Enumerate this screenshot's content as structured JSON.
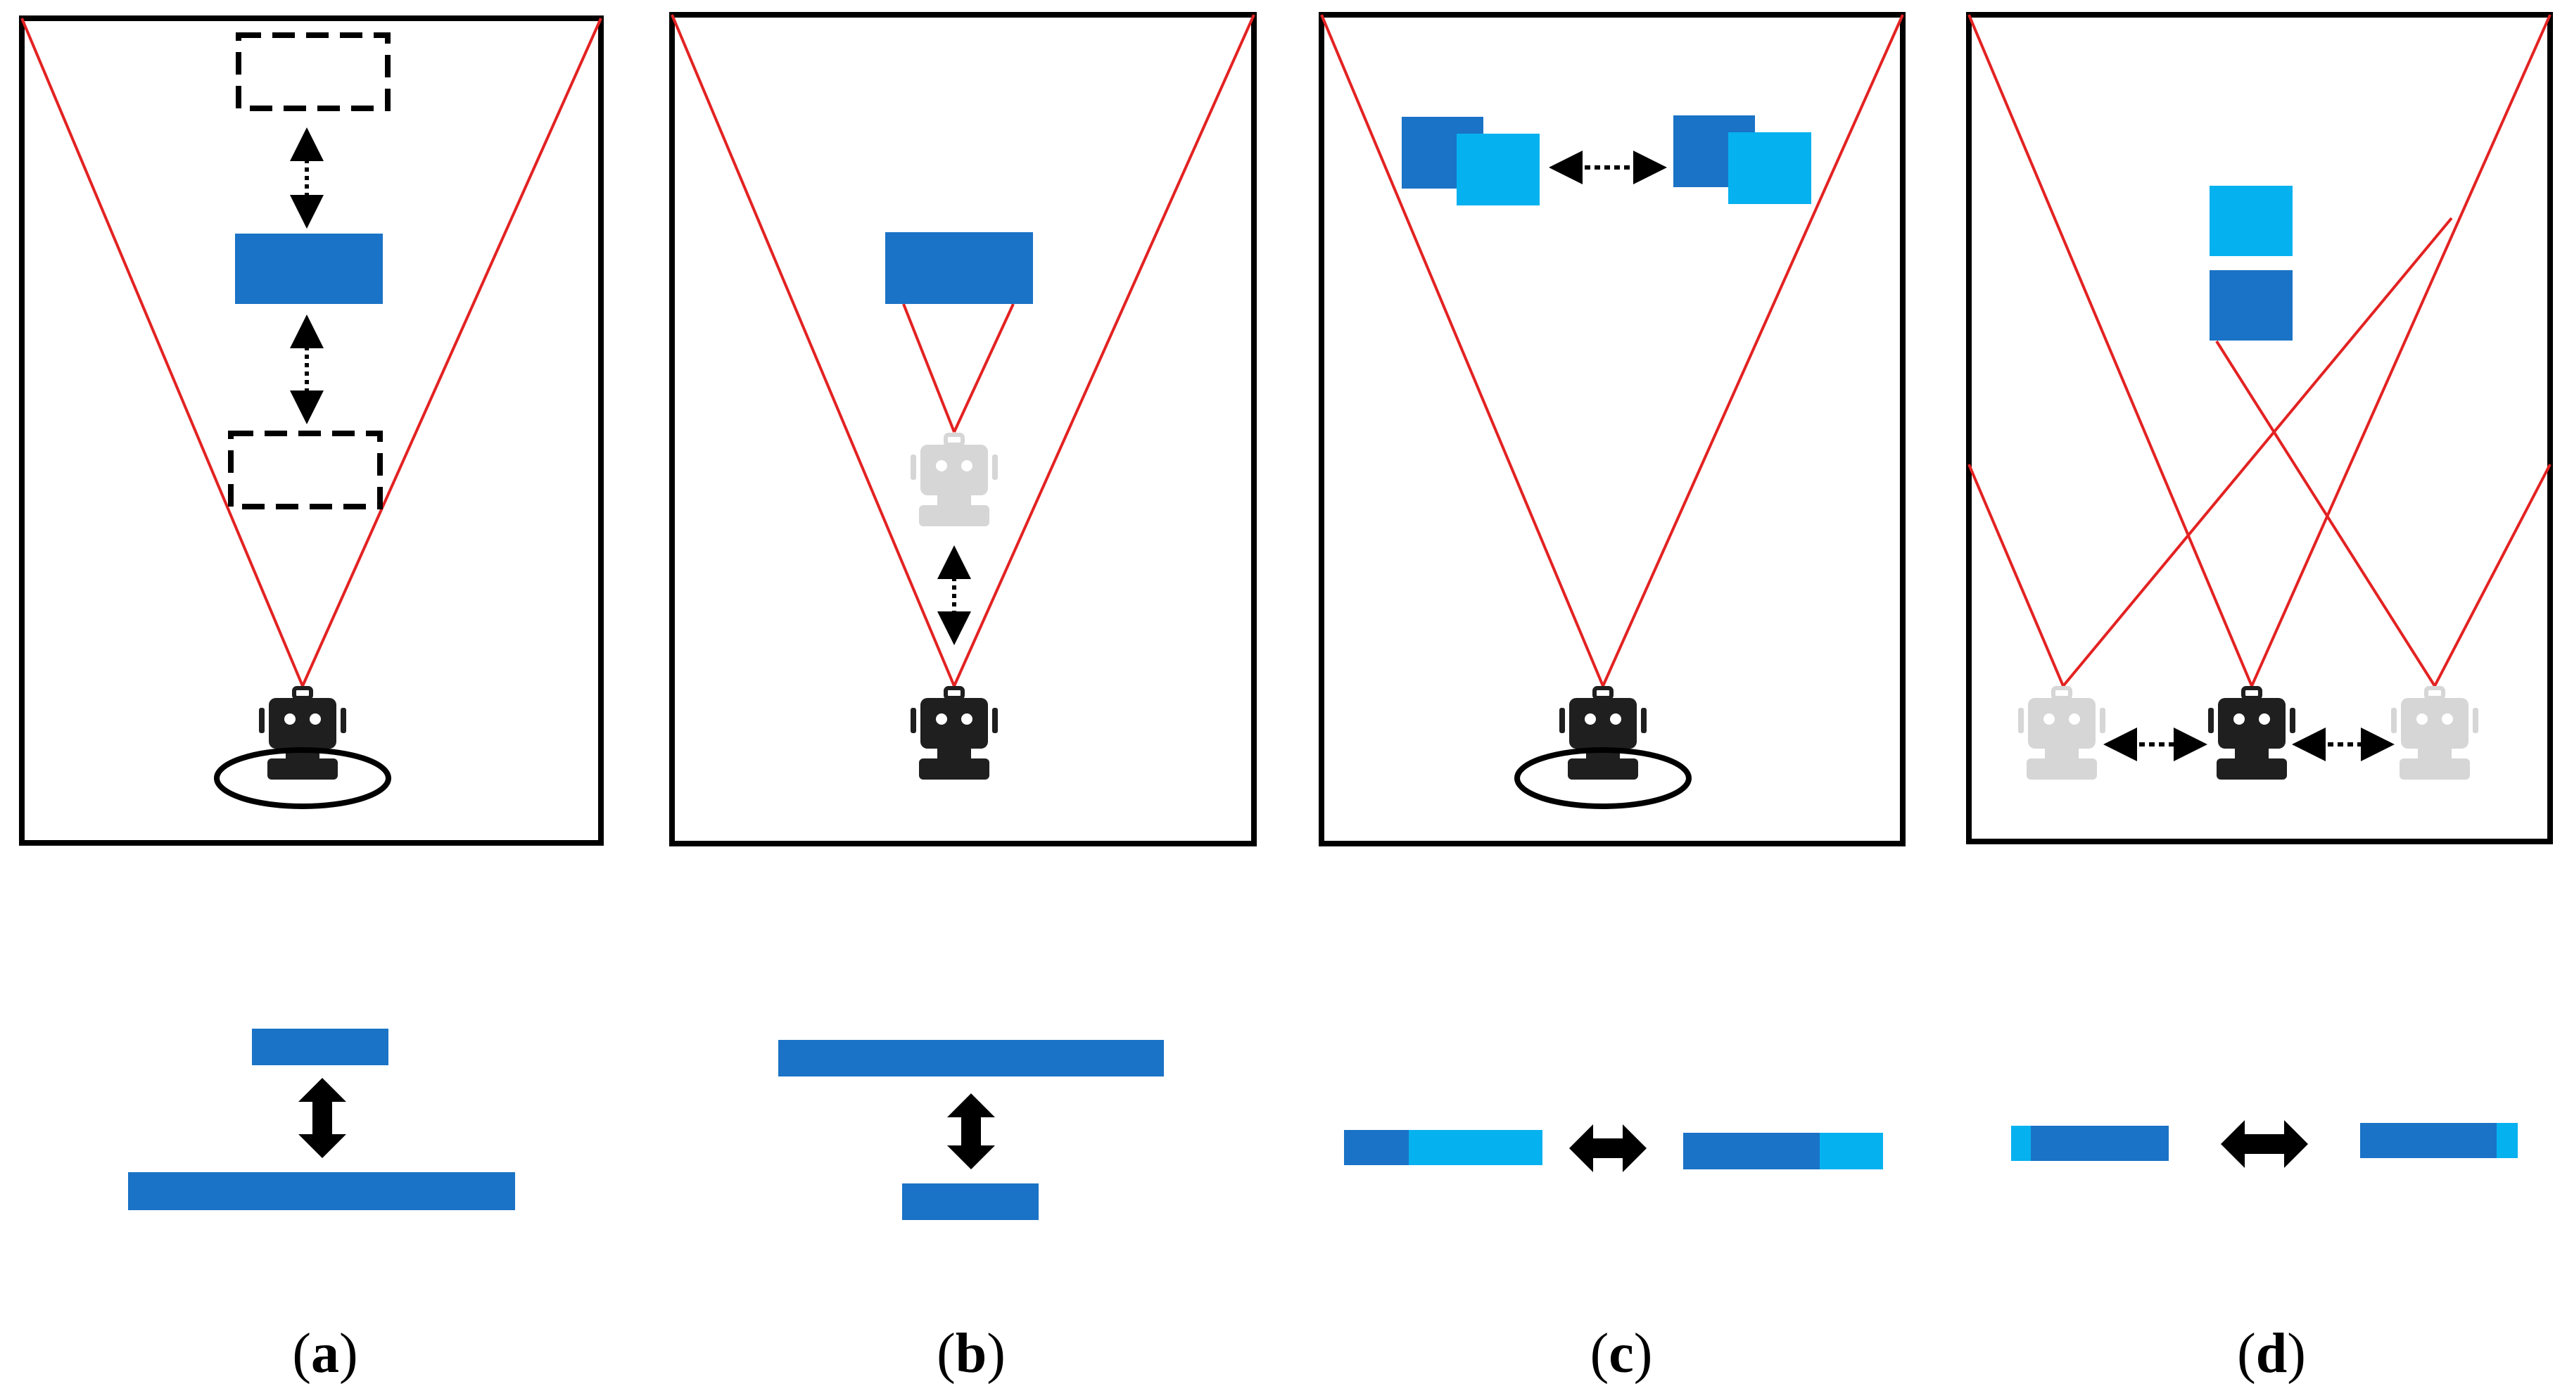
{
  "figure": {
    "panels": [
      {
        "id": "a",
        "letter": "a"
      },
      {
        "id": "b",
        "letter": "b"
      },
      {
        "id": "c",
        "letter": "c"
      },
      {
        "id": "d",
        "letter": "d"
      }
    ]
  },
  "colors": {
    "frame": "#000000",
    "view_line": "#e32222",
    "block_dark": "#1a73c6",
    "block_light": "#06b1ef",
    "robot_active": "#1f1f1f",
    "robot_ghost": "#d6d6d6",
    "arrow": "#000000"
  },
  "icons": {
    "robot": "robot-icon",
    "arrow": "double-arrow-icon"
  }
}
